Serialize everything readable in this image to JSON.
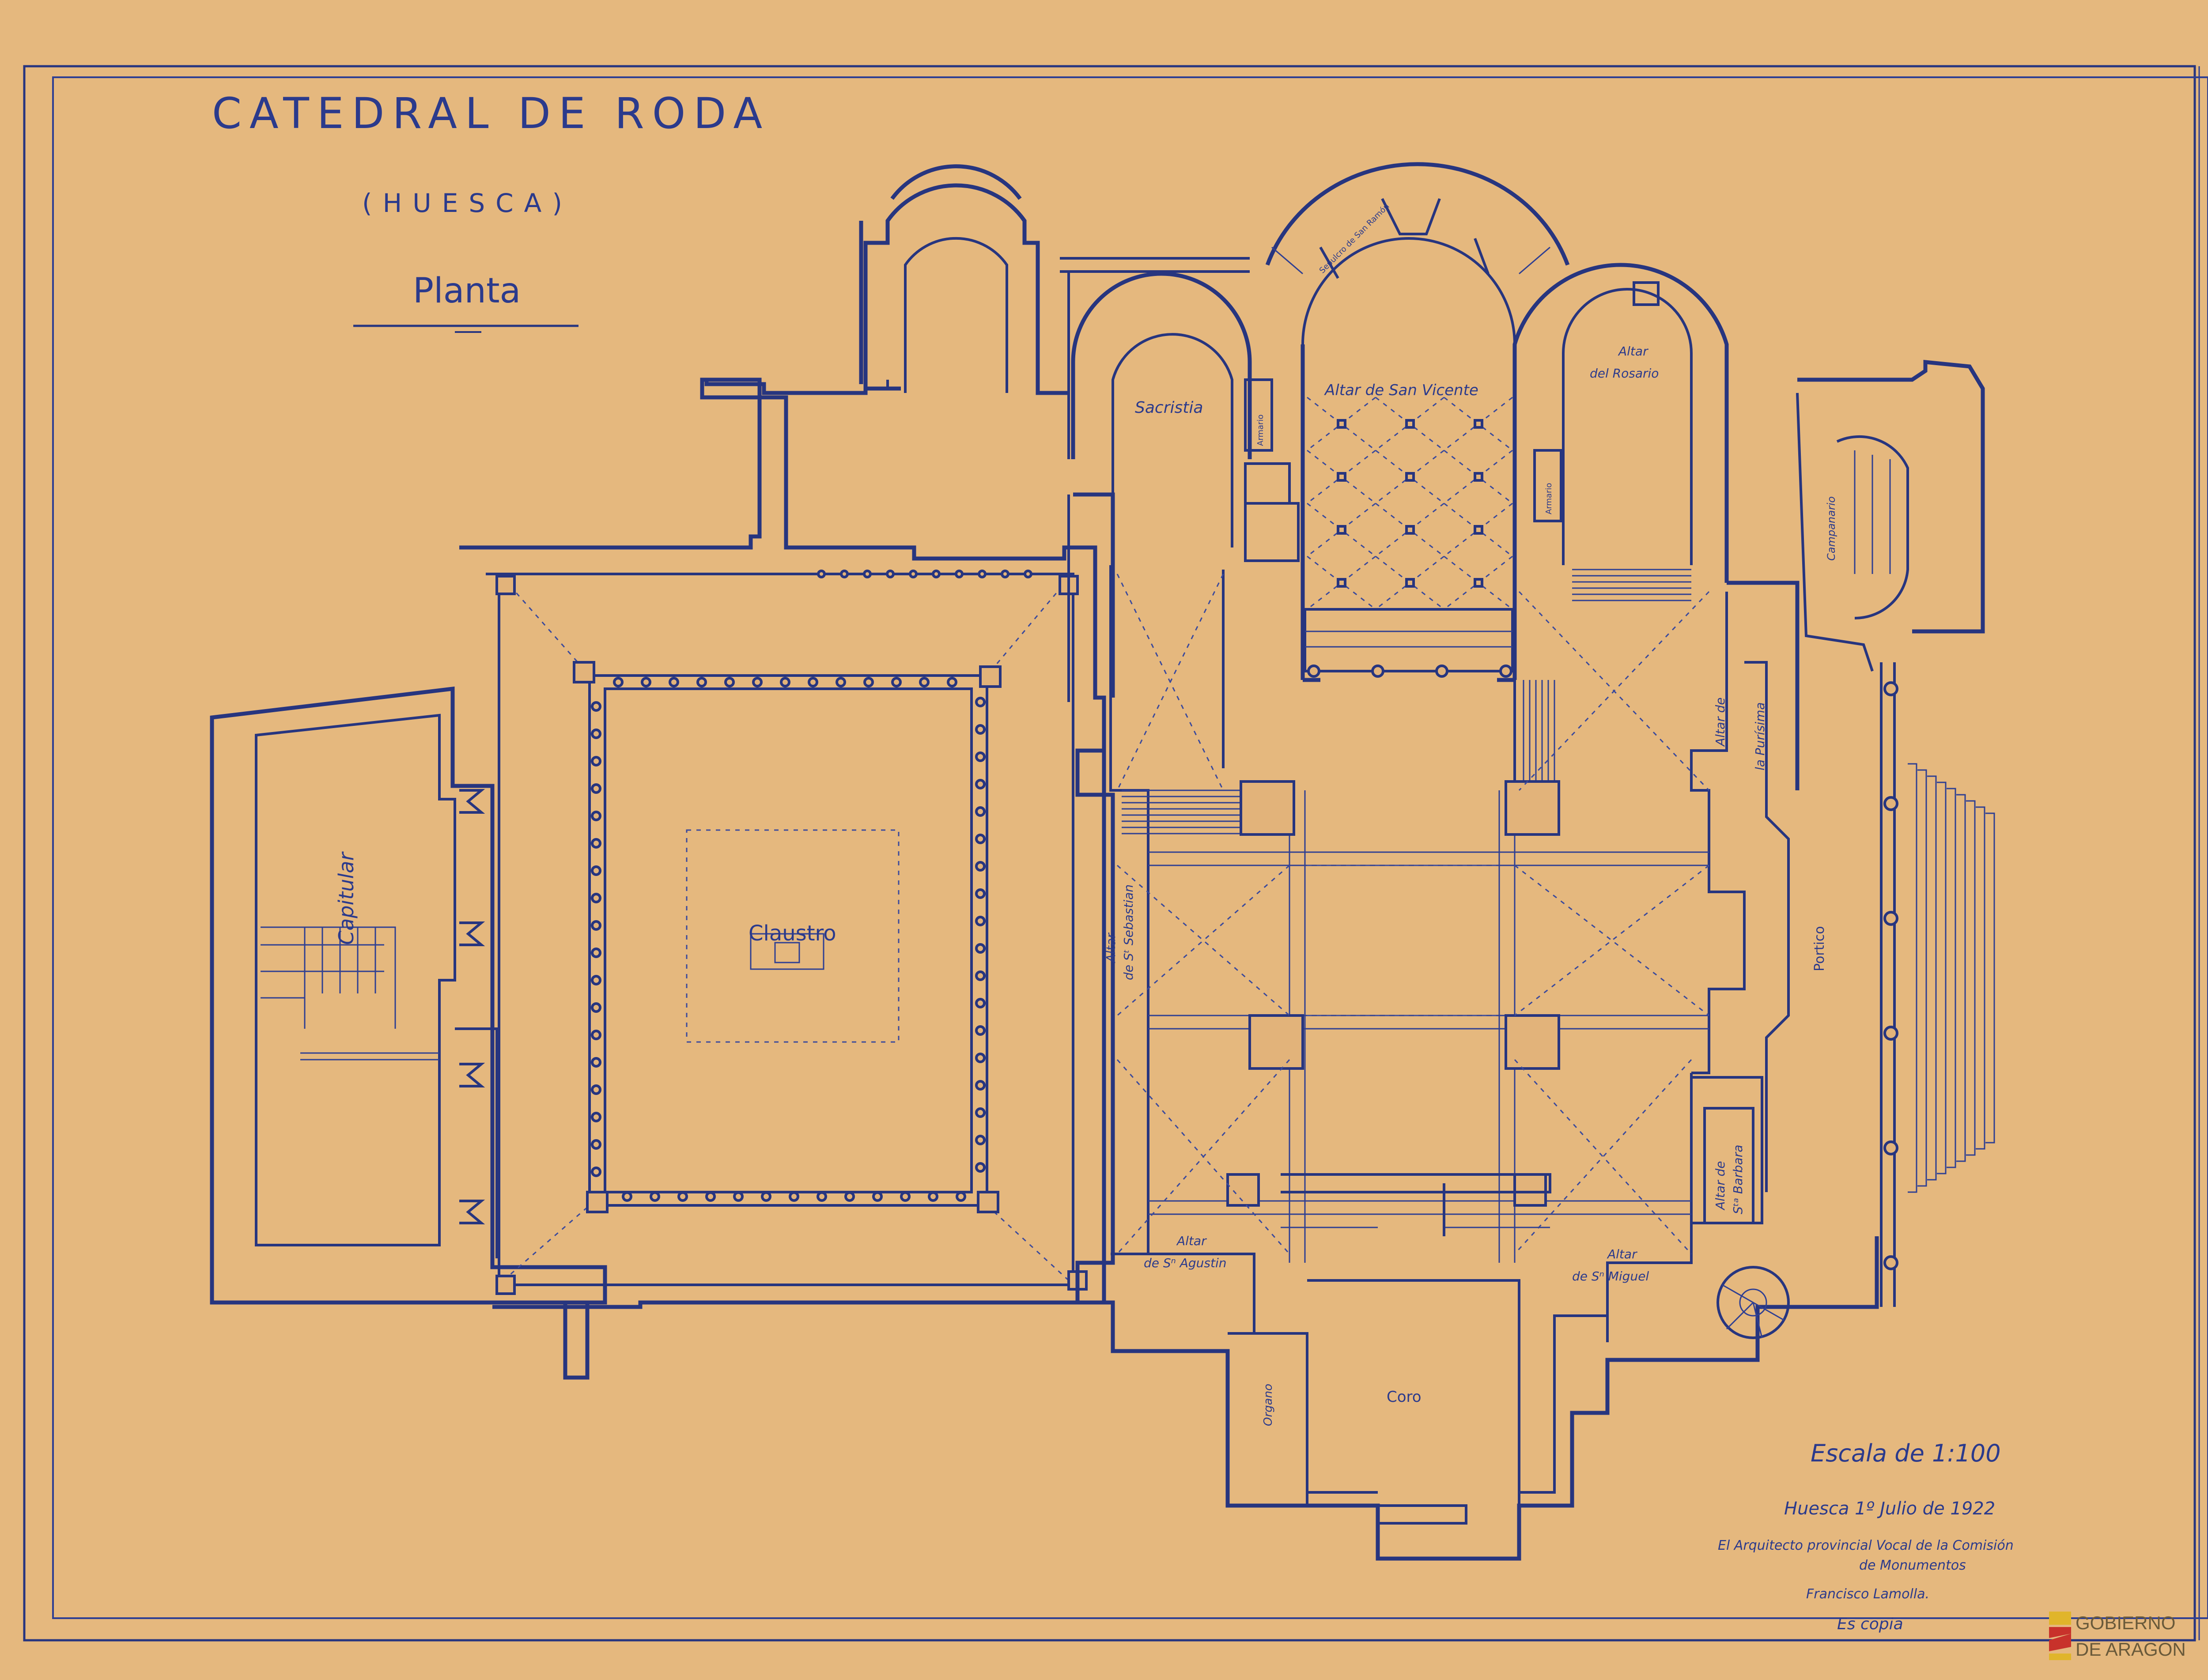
{
  "title": "CATEDRAL  DE  RODA",
  "subtitle": "(HUESCA)",
  "view": "Planta",
  "rooms": {
    "claustro": "Claustro",
    "capitular": "Capitular",
    "sacristia": "Sacristia",
    "armario1": "Armario",
    "armario2": "Armario",
    "sepulcro": "Sepulcro de San Ramón",
    "altar_san_vicente": "Altar de San Vicente",
    "altar_rosario": [
      "Altar",
      "del Rosario"
    ],
    "campanario": "Campanario",
    "altar_purisima": [
      "Altar de",
      "la Purísima"
    ],
    "altar_sebastian": [
      "Altar",
      "de Sᵗ Sebastian"
    ],
    "portico": "Portico",
    "altar_barbara": [
      "Altar de",
      "Sᵗᵃ Barbara"
    ],
    "altar_agustin": [
      "Altar",
      "de Sⁿ Agustin"
    ],
    "altar_miguel": [
      "Altar",
      "de Sⁿ Miguel"
    ],
    "organo": "Organo",
    "coro": "Coro"
  },
  "scale": "Escala de 1:100",
  "date": "Huesca 1º Julio de 1922",
  "signature": {
    "line1": "El Arquitecto provincial  Vocal de la Comisión",
    "line2": "de Monumentos",
    "name": "Francisco Lamolla.",
    "copy": "Es copia"
  },
  "logo": {
    "line1": "GOBIERNO",
    "line2": "DE ARAGON",
    "colors": [
      "#e0b52b",
      "#c8322b"
    ]
  },
  "colors": {
    "paper": "#e2b37a",
    "ink": "#27357f"
  }
}
